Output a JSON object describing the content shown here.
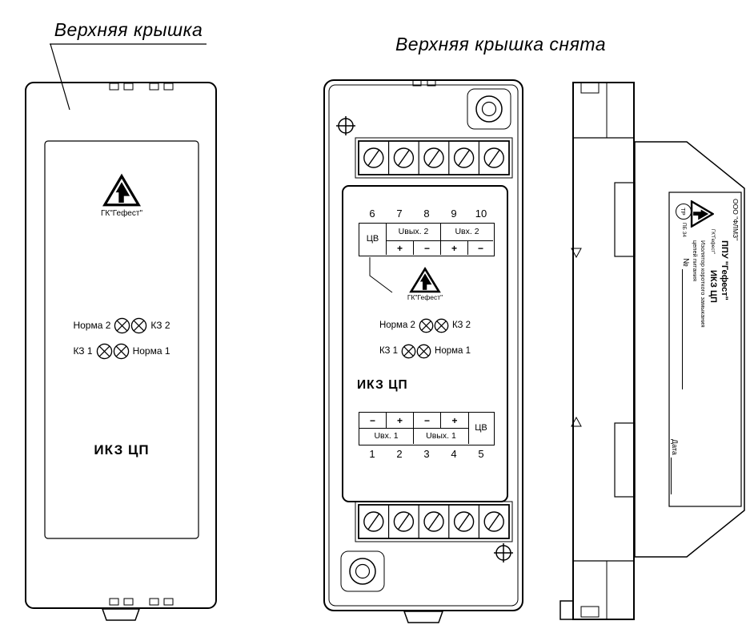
{
  "annotations": {
    "left_title": "Верхняя крышка",
    "middle_title": "Верхняя крышка снята"
  },
  "device": {
    "name": "ИКЗ ЦП",
    "logo_caption": "ГК\"Гефест\"",
    "lamps": {
      "norma2": "Норма 2",
      "kz2": "КЗ 2",
      "kz1": "КЗ 1",
      "norma1": "Норма 1"
    }
  },
  "terminals": {
    "top": {
      "numbers": [
        "6",
        "7",
        "8",
        "9",
        "10"
      ],
      "labels": [
        "ЦВ",
        "Uвых. 2",
        "Uвх. 2"
      ],
      "signs": [
        "+",
        "−",
        "+",
        "−"
      ]
    },
    "bottom": {
      "signs": [
        "−",
        "+",
        "−",
        "+"
      ],
      "labels": [
        "Uвх. 1",
        "Uвых. 1",
        "ЦВ"
      ],
      "numbers": [
        "1",
        "2",
        "3",
        "4",
        "5"
      ]
    }
  },
  "nameplate": {
    "company": "ООО \"ФЛМЗ\"",
    "system": "ППУ \"Гефест\"",
    "device": "ИКЗ ЦП",
    "description_line1": "Изолятор короткого замыкания",
    "description_line2": "цепей питания",
    "number_label": "№",
    "date_label": "Дата",
    "cert": "ПБ 34",
    "mark": "ТР",
    "logo_caption": "ГК\"Гефест\""
  }
}
